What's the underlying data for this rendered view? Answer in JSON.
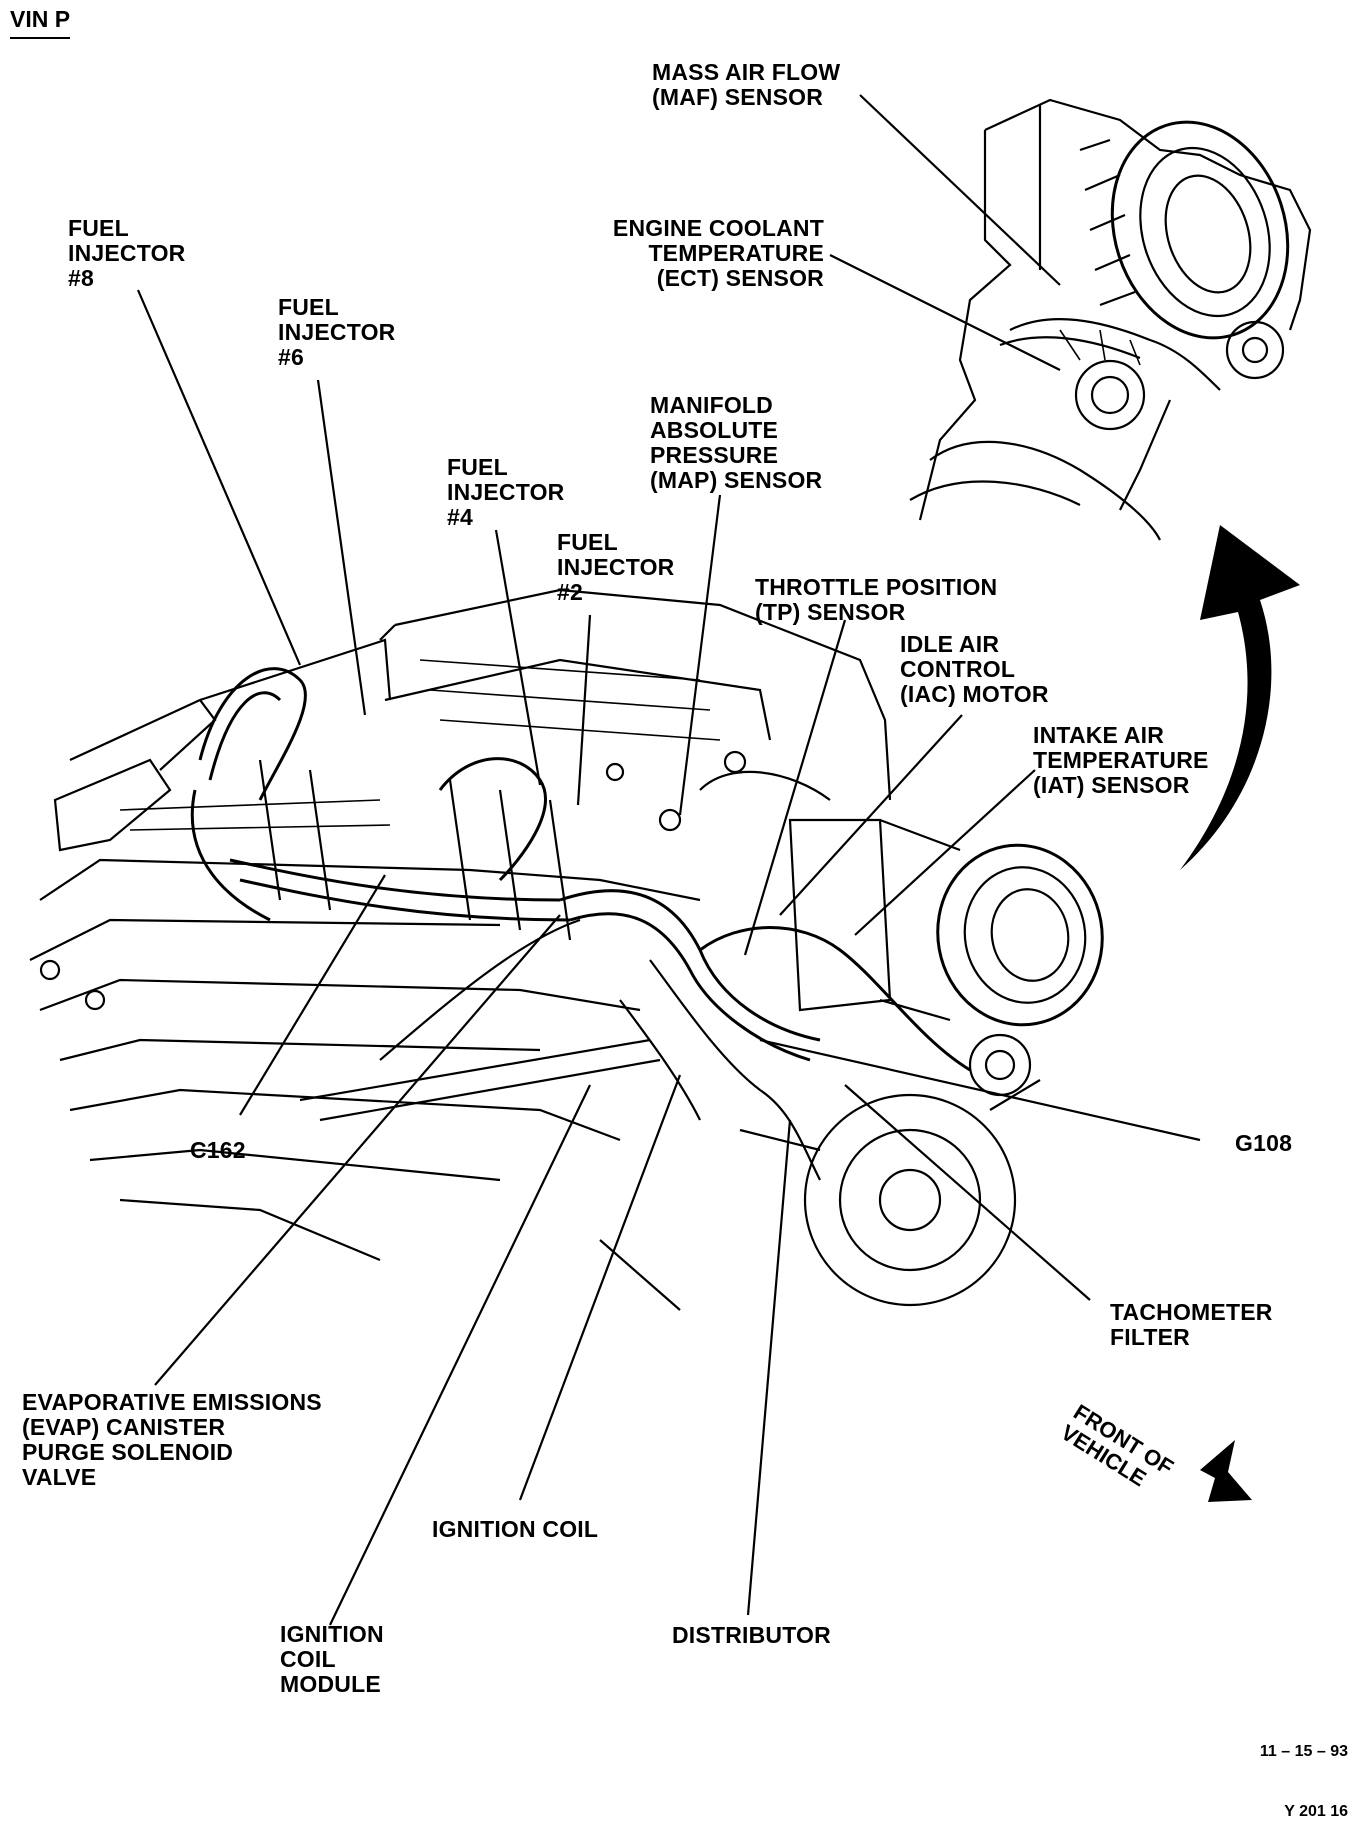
{
  "header": "VIN P",
  "labels": {
    "maf": "MASS AIR FLOW\n(MAF) SENSOR",
    "ect": "ENGINE COOLANT\nTEMPERATURE\n(ECT) SENSOR",
    "injector8": "FUEL\nINJECTOR\n#8",
    "injector6": "FUEL\nINJECTOR\n#6",
    "injector4": "FUEL\nINJECTOR\n#4",
    "injector2": "FUEL\nINJECTOR\n#2",
    "map": "MANIFOLD\nABSOLUTE\nPRESSURE\n(MAP) SENSOR",
    "tp": "THROTTLE POSITION\n(TP) SENSOR",
    "iac": "IDLE AIR\nCONTROL\n(IAC) MOTOR",
    "iat": "INTAKE AIR\nTEMPERATURE\n(IAT) SENSOR",
    "c162": "C162",
    "g108": "G108",
    "tach": "TACHOMETER\nFILTER",
    "evap": "EVAPORATIVE EMISSIONS\n(EVAP) CANISTER\nPURGE SOLENOID\nVALVE",
    "ign_coil": "IGNITION COIL",
    "ign_module": "IGNITION\nCOIL\nMODULE",
    "distributor": "DISTRIBUTOR",
    "front": "FRONT OF\nVEHICLE"
  },
  "footer": {
    "date": "11 – 15 – 93",
    "code": "Y 201 16"
  }
}
